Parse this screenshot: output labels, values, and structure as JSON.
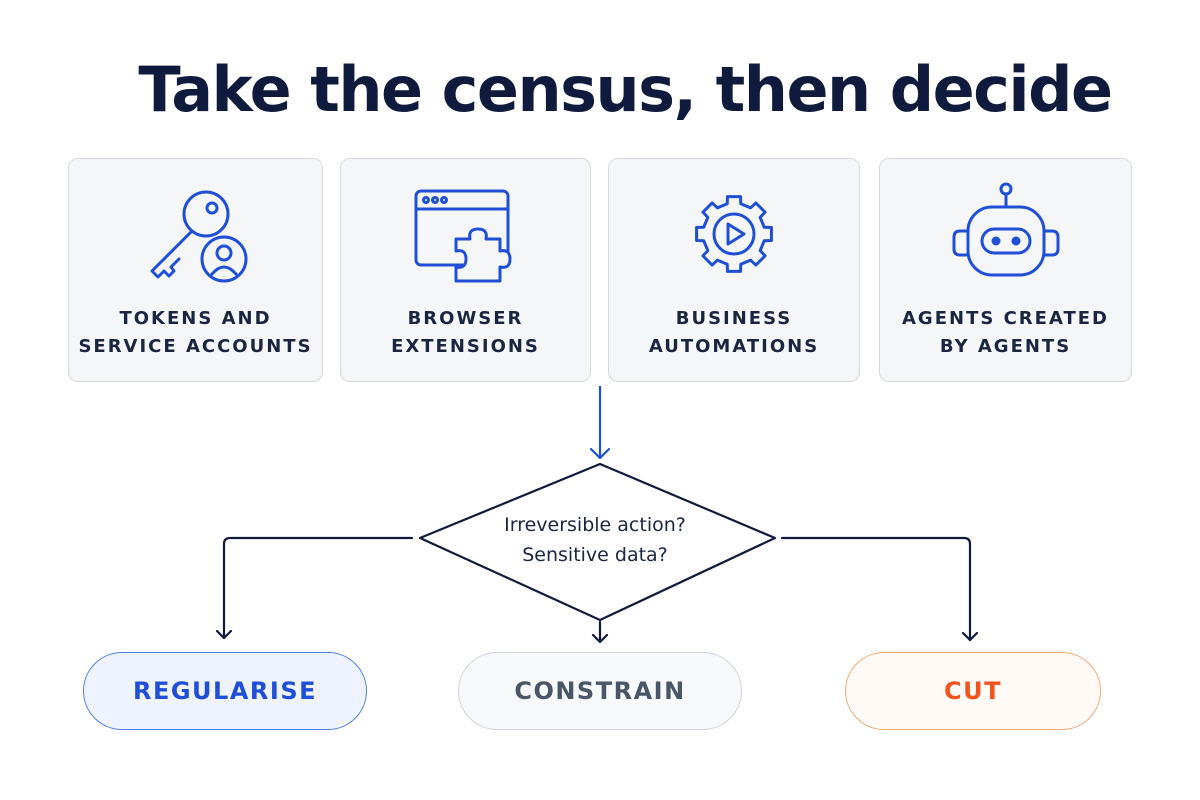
{
  "title": "Take the census, then decide",
  "sources": [
    {
      "icon": "key-user-icon",
      "lines": [
        "TOKENS AND",
        "SERVICE ACCOUNTS"
      ]
    },
    {
      "icon": "browser-puzzle-icon",
      "lines": [
        "BROWSER",
        "EXTENSIONS"
      ]
    },
    {
      "icon": "gear-play-icon",
      "lines": [
        "BUSINESS",
        "AUTOMATIONS"
      ]
    },
    {
      "icon": "robot-icon",
      "lines": [
        "AGENTS CREATED",
        "BY AGENTS"
      ]
    }
  ],
  "decision": {
    "lines": [
      "Irreversible action?",
      "Sensitive data?"
    ]
  },
  "outcomes": [
    {
      "label": "REGULARISE",
      "color": "#1f4fd6",
      "fill": "#eef3ff",
      "border": "#4f7fe6"
    },
    {
      "label": "CONSTRAIN",
      "color": "#4a5566",
      "fill": "#f7f8fa",
      "border": "#cfd3d9"
    },
    {
      "label": "CUT",
      "color": "#f0531c",
      "fill": "#fffaf5",
      "border": "#f3a877"
    }
  ],
  "colors": {
    "icon_blue": "#1f4fd6",
    "navy": "#0f1a3d",
    "arrow_blue": "#1f4fd6"
  }
}
